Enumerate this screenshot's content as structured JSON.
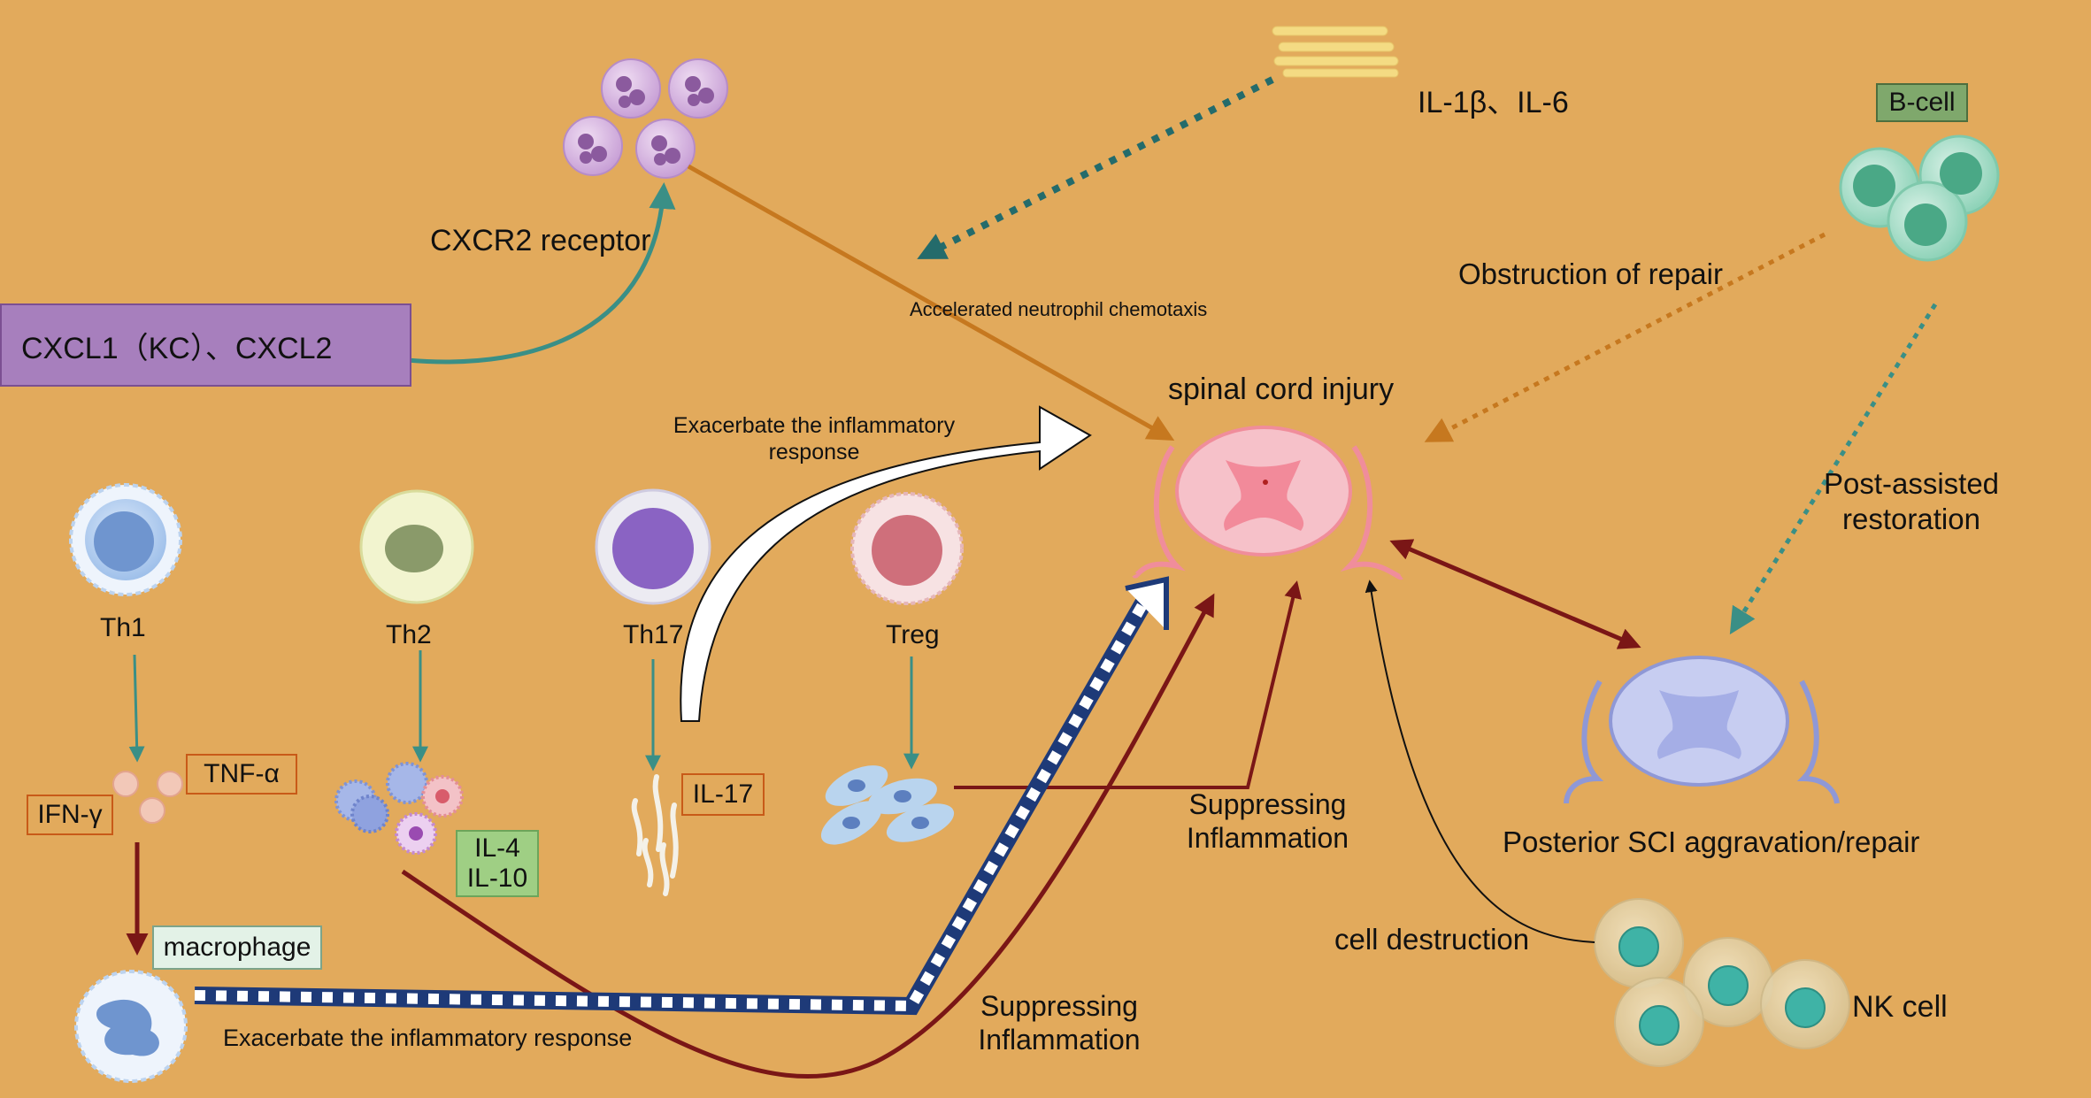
{
  "labels": {
    "il1b_il6": "IL-1β、IL-6",
    "b_cell": "B-cell",
    "cxcr2": "CXCR2 receptor",
    "cxcl": "CXCL1（KC）、CXCL2",
    "chemotaxis": "Accelerated neutrophil chemotaxis",
    "obstruction": "Obstruction of repair",
    "sci": "spinal cord injury",
    "exacerbate_top": "Exacerbate the inflammatory response",
    "post_assisted": "Post-assisted restoration",
    "th1": "Th1",
    "th2": "Th2",
    "th17": "Th17",
    "treg": "Treg",
    "tnf": "TNF-α",
    "ifn": "IFN-γ",
    "il17": "IL-17",
    "il4": "IL-4",
    "il10": "IL-10",
    "suppress_1": "Suppressing Inflammation",
    "posterior": "Posterior SCI aggravation/repair",
    "macrophage": "macrophage",
    "cell_destruction": "cell destruction",
    "exacerbate_bottom": "Exacerbate the inflammatory response",
    "suppress_2": "Suppressing Inflammation",
    "nk": "NK cell"
  },
  "colors": {
    "background": "#e2aa5c",
    "teal_arrow": "#3a8f86",
    "orange_arrow": "#c6781f",
    "maroon_arrow": "#7a1616",
    "dark_teal_dotted": "#246b6b",
    "navy_dashed": "#1e3a78",
    "cxcl_box": "#a77fbd",
    "il4_box": "#9fcf84",
    "b_cell_box": "#7fa86c",
    "macrophage_box": "#e3f2e7"
  }
}
